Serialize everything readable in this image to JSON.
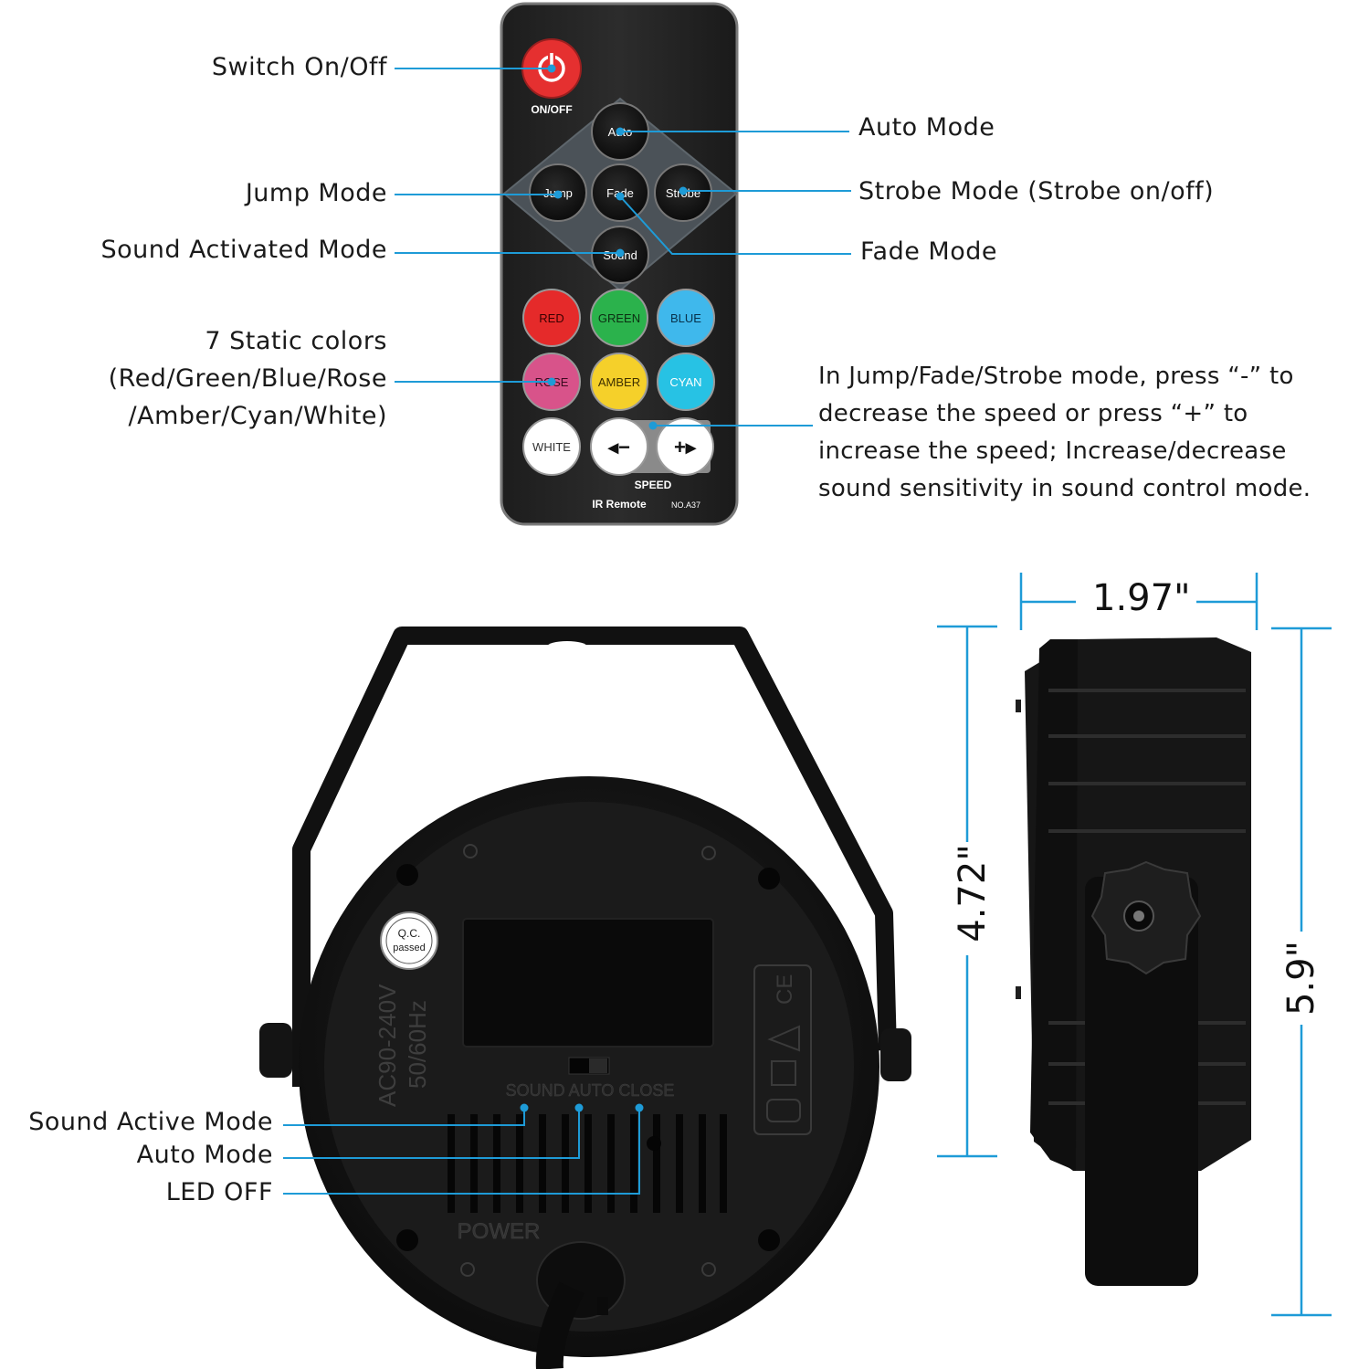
{
  "accent_color": "#1e9bd7",
  "remote": {
    "buttons": {
      "on_off": "ON/OFF",
      "auto": "Auto",
      "jump": "Jump",
      "fade": "Fade",
      "strobe": "Strobe",
      "sound": "Sound",
      "red": "RED",
      "green": "GREEN",
      "blue": "BLUE",
      "rose": "ROSE",
      "amber": "AMBER",
      "cyan": "CYAN",
      "white": "WHITE",
      "minus": "◂−",
      "plus": "+▸"
    },
    "speed_label": "SPEED",
    "brand": "IR Remote",
    "model": "NO.A37"
  },
  "callouts": {
    "switch": "Switch On/Off",
    "auto_mode": "Auto Mode",
    "jump_mode": "Jump Mode",
    "strobe_mode": "Strobe Mode (Strobe on/off)",
    "sound_mode": "Sound Activated Mode",
    "fade_mode": "Fade Mode",
    "static_line1": "7 Static colors",
    "static_line2": "(Red/Green/Blue/Rose",
    "static_line3": "/Amber/Cyan/White)",
    "speed_text": "In Jump/Fade/Strobe mode, press “-” to decrease the speed or press “+” to increase the speed; Increase/decrease sound sensitivity in sound control mode."
  },
  "device": {
    "voltage": "AC90-240V",
    "frequency": "50/60Hz",
    "qc_line1": "Q.C.",
    "qc_line2": "passed",
    "switch_labels": "SOUND AUTO CLOSE",
    "power": "POWER",
    "cert": "CE",
    "switch_callouts": {
      "sound": "Sound Active Mode",
      "auto": "Auto Mode",
      "off": "LED OFF"
    }
  },
  "dimensions": {
    "depth": "1.97\"",
    "body_height": "4.72\"",
    "total_height": "5.9\""
  }
}
